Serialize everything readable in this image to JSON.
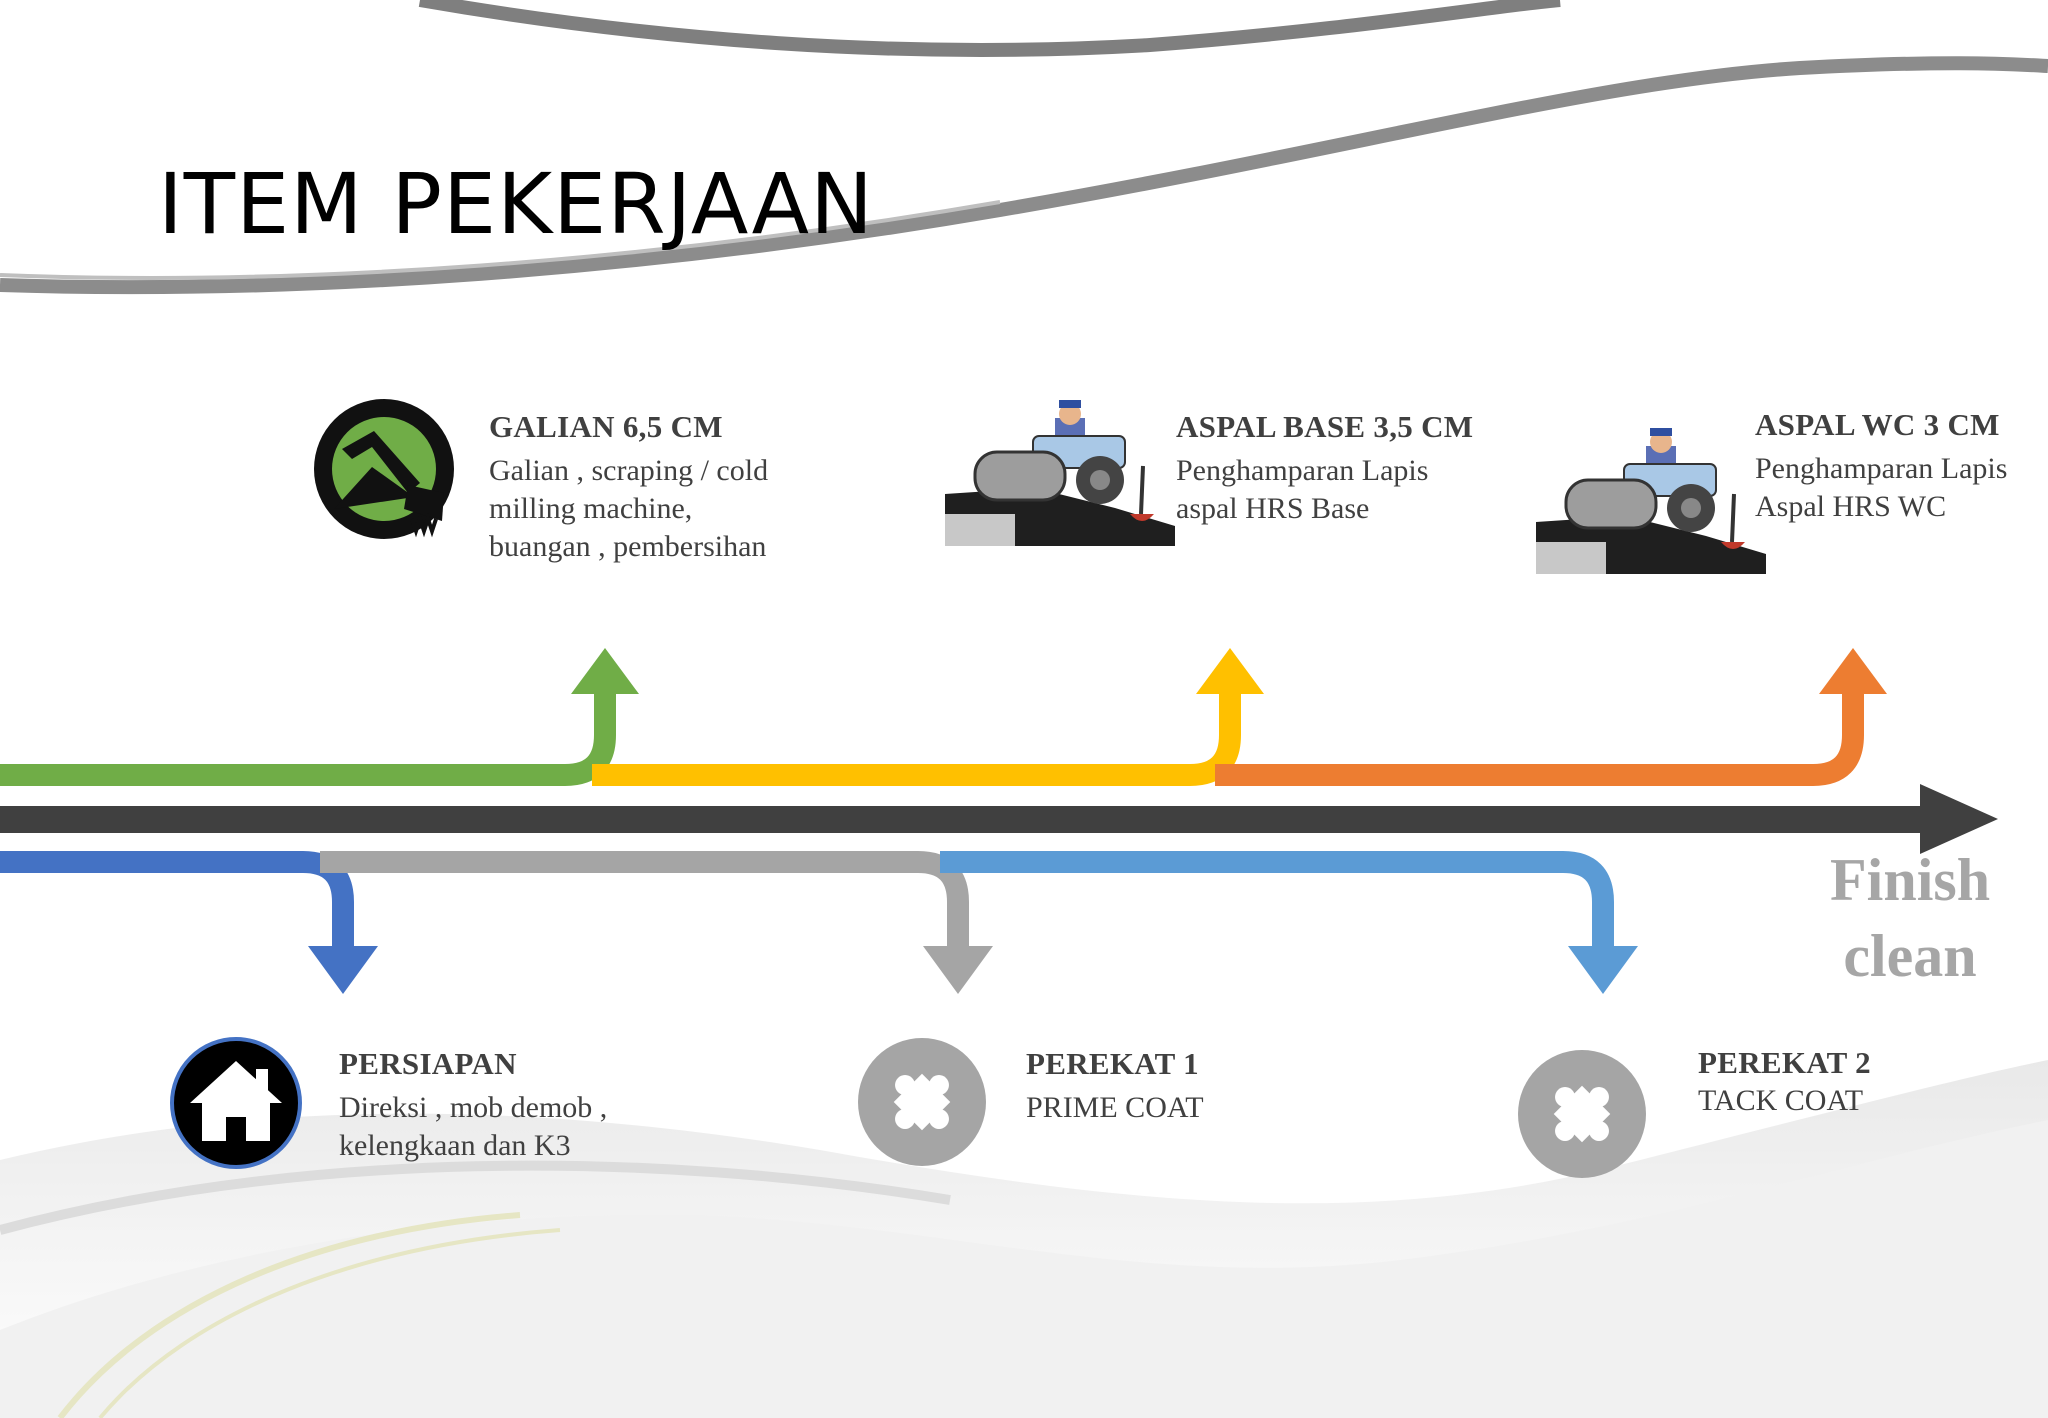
{
  "slide": {
    "title": "ITEM PEKERJAAN",
    "finish_label": [
      "Finish",
      "clean"
    ]
  },
  "items_top": [
    {
      "title": "GALIAN 6,5 CM",
      "description": [
        "Galian , scraping / cold",
        "milling machine,",
        "buangan , pembersihan"
      ],
      "icon": "excavator-icon",
      "arrow_color": "#70ad47"
    },
    {
      "title": "ASPAL BASE 3,5 CM",
      "description": [
        "Penghamparan Lapis",
        "aspal HRS Base"
      ],
      "icon": "road-roller-icon",
      "arrow_color": "#ffc000"
    },
    {
      "title": "ASPAL WC 3 CM",
      "description": [
        "Penghamparan Lapis",
        "Aspal HRS WC"
      ],
      "icon": "road-roller-icon",
      "arrow_color": "#ed7d31"
    }
  ],
  "items_bottom": [
    {
      "title": "PERSIAPAN",
      "description": [
        "Direksi , mob demob ,",
        "kelengkaan dan K3"
      ],
      "icon": "home-icon",
      "arrow_color": "#4472c4"
    },
    {
      "title": "PEREKAT 1",
      "description": [
        "PRIME COAT"
      ],
      "icon": "puzzle-icon",
      "arrow_color": "#a5a5a5"
    },
    {
      "title": "PEREKAT 2",
      "description": [
        "TACK COAT"
      ],
      "icon": "puzzle-icon",
      "arrow_color": "#5b9bd5"
    }
  ],
  "colors": {
    "timeline": "#404040",
    "green": "#70ad47",
    "yellow": "#ffc000",
    "orange": "#ed7d31",
    "blue": "#4472c4",
    "gray": "#a5a5a5",
    "light_blue": "#5b9bd5"
  }
}
